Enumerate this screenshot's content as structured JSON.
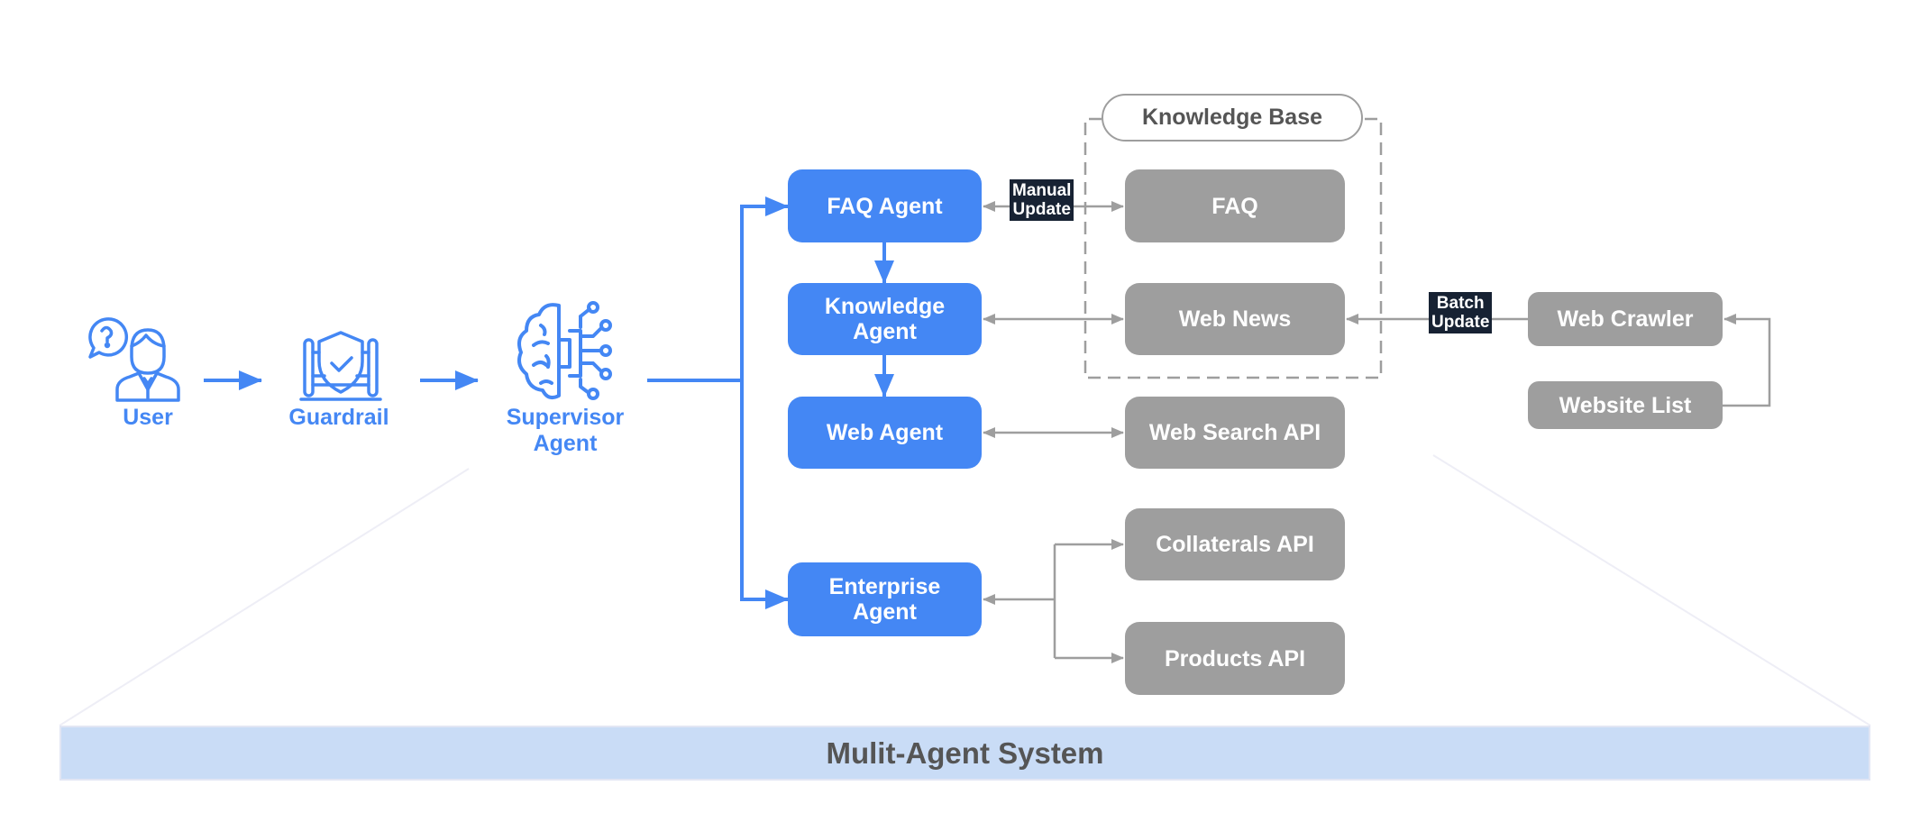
{
  "diagram": {
    "title": "Mulit-Agent System",
    "flow": {
      "user_label": "User",
      "guardrail_label": "Guardrail",
      "supervisor_label": "Supervisor Agent",
      "supervisor_line1": "Supervisor",
      "supervisor_line2": "Agent"
    },
    "agents": {
      "faq": "FAQ Agent",
      "knowledge_line1": "Knowledge",
      "knowledge_line2": "Agent",
      "web": "Web Agent",
      "enterprise_line1": "Enterprise",
      "enterprise_line2": "Agent"
    },
    "knowledge_base": {
      "title": "Knowledge Base",
      "faq": "FAQ",
      "web_news": "Web News"
    },
    "apis": {
      "web_search": "Web Search API",
      "collaterals": "Collaterals API",
      "products": "Products API"
    },
    "crawler": {
      "web_crawler": "Web Crawler",
      "website_list": "Website List"
    },
    "tags": {
      "manual_line1": "Manual",
      "manual_line2": "Update",
      "batch_line1": "Batch",
      "batch_line2": "Update"
    },
    "colors": {
      "agent_blue": "#4487f4",
      "source_gray": "#9e9e9e",
      "tag_dark": "#172233",
      "system_bar": "#c9dcf6"
    }
  }
}
